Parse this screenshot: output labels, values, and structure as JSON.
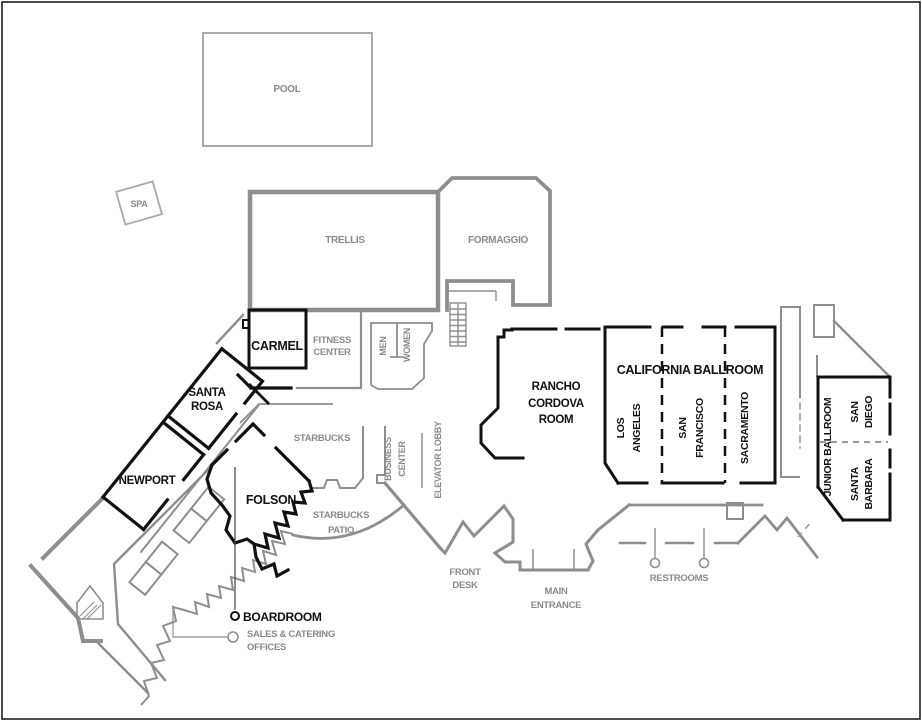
{
  "colors": {
    "wall_black": "#111111",
    "wall_gray": "#8e8e8e",
    "wall_light_gray": "#a9a9a9",
    "label_gray": "#8a8a8a",
    "label_black": "#111111",
    "background": "#ffffff"
  },
  "areas": {
    "pool": "POOL",
    "spa": "SPA",
    "trellis": "TRELLIS",
    "formaggio": "FORMAGGIO",
    "carmel": "CARMEL",
    "fitness_center": [
      "FITNESS",
      "CENTER"
    ],
    "men": "MEN",
    "women": "WOMEN",
    "santa_rosa": [
      "SANTA",
      "ROSA"
    ],
    "newport": "NEWPORT",
    "folson": "FOLSON",
    "starbucks": "STARBUCKS",
    "starbucks_patio": [
      "STARBUCKS",
      "PATIO"
    ],
    "business_center": [
      "BUSINESS",
      "CENTER"
    ],
    "elevator_lobby": "ELEVATOR LOBBY",
    "rancho_cordova": [
      "RANCHO",
      "CORDOVA",
      "ROOM"
    ],
    "california_ballroom": "CALIFORNIA BALLROOM",
    "los_angeles": [
      "LOS",
      "ANGELES"
    ],
    "san_francisco": [
      "SAN",
      "FRANCISCO"
    ],
    "sacramento": "SACRAMENTO",
    "junior_ballroom": "JUNIOR BALLROOM",
    "san_diego": [
      "SAN",
      "DIEGO"
    ],
    "santa_barbara": [
      "SANTA",
      "BARBARA"
    ],
    "front_desk": [
      "FRONT",
      "DESK"
    ],
    "main_entrance": [
      "MAIN",
      "ENTRANCE"
    ],
    "restrooms": "RESTROOMS",
    "boardroom": "BOARDROOM",
    "sales_catering": [
      "SALES & CATERING",
      "OFFICES"
    ]
  }
}
